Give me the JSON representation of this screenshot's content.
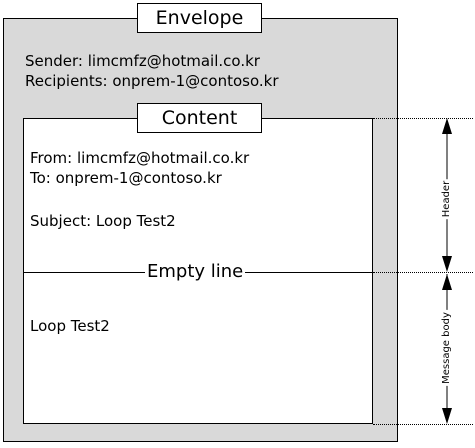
{
  "envelope": {
    "title": "Envelope",
    "sender": "Sender: limcmfz@hotmail.co.kr",
    "recipients": "Recipients: onprem-1@contoso.kr"
  },
  "content": {
    "title": "Content",
    "from": "From: limcmfz@hotmail.co.kr",
    "to": "To: onprem-1@contoso.kr",
    "subject": "Subject: Loop Test2",
    "empty_line": "Empty line",
    "body": "Loop Test2"
  },
  "annotations": {
    "header": "Header",
    "message_body": "Message body"
  }
}
